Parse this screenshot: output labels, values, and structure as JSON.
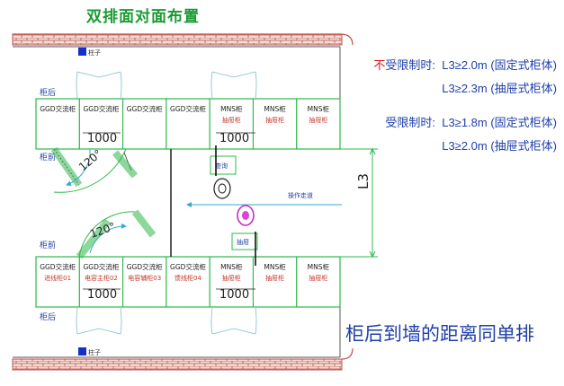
{
  "title": "双排面对面布置",
  "rules": {
    "unrestricted_prefix_red": "不",
    "unrestricted_rest": "受限制时:",
    "unrestricted_fixed": "L3≥2.0m (固定式柜体)",
    "unrestricted_drawout": "L3≥2.3m (抽屉式柜体)",
    "restricted": "受限制时:",
    "restricted_fixed": "L3≥1.8m (固定式柜体)",
    "restricted_drawout": "L3≥2.0m (抽屉式柜体)"
  },
  "note": "柜后到墙的距离同单排",
  "labels": {
    "pillar": "柱子",
    "cabinet_back": "柜后",
    "cabinet_front": "柜前",
    "dim_1000": "1000",
    "angle_120": "120°",
    "aisle": "操作走道",
    "l3": "L3",
    "maintenance": "查询",
    "drawout": "抽屉"
  },
  "top_row": [
    {
      "type": "GGD交流柜",
      "name": ""
    },
    {
      "type": "GGD交流柜",
      "name": ""
    },
    {
      "type": "GGD交流柜",
      "name": ""
    },
    {
      "type": "GGD交流柜",
      "name": ""
    },
    {
      "type": "MNS柜",
      "name": "抽屉柜"
    },
    {
      "type": "MNS柜",
      "name": "抽屉柜"
    },
    {
      "type": "MNS柜",
      "name": "抽屉柜"
    }
  ],
  "bottom_row": [
    {
      "type": "GGD交流柜",
      "name": "进线柜01"
    },
    {
      "type": "GGD交流柜",
      "name": "电容主柜02"
    },
    {
      "type": "GGD交流柜",
      "name": "电容辅柜03"
    },
    {
      "type": "GGD交流柜",
      "name": "馈线柜04"
    },
    {
      "type": "MNS柜",
      "name": "抽屉柜"
    },
    {
      "type": "MNS柜",
      "name": "抽屉柜"
    },
    {
      "type": "MNS柜",
      "name": "抽屉柜"
    }
  ],
  "colors": {
    "wall_brick": "#c0504a",
    "cabinet_line": "#2db84a",
    "door_line": "#33aacc",
    "text_blue": "#1f3fa8",
    "text_red": "#dd1111",
    "pillar": "#1530c8"
  }
}
